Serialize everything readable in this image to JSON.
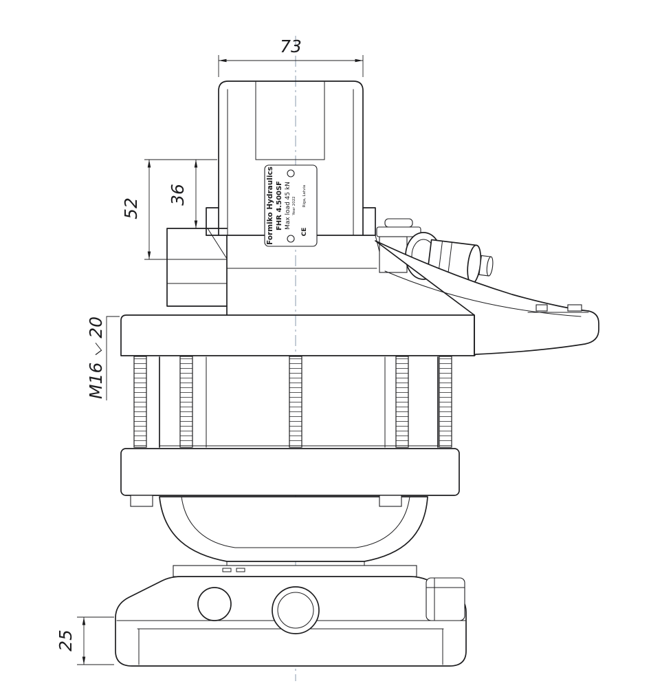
{
  "meta": {
    "background": "#ffffff",
    "line_color": "#1d1d1f",
    "centerline_color": "#8a99ad",
    "drawing_type": "hydraulic rotator side view"
  },
  "dimensions": {
    "top_width": "73",
    "left_outer": "52",
    "left_inner": "36",
    "thread_callout": "M16 ⌵ 20",
    "base_height": "25"
  },
  "nameplate": {
    "brand": "Formiko Hydraulics",
    "model": "FHR 4.500SF",
    "max_load": "Max load 45 kN",
    "small_line": "Year 2022",
    "ce": "CE",
    "address": "Riga, Latvia"
  }
}
